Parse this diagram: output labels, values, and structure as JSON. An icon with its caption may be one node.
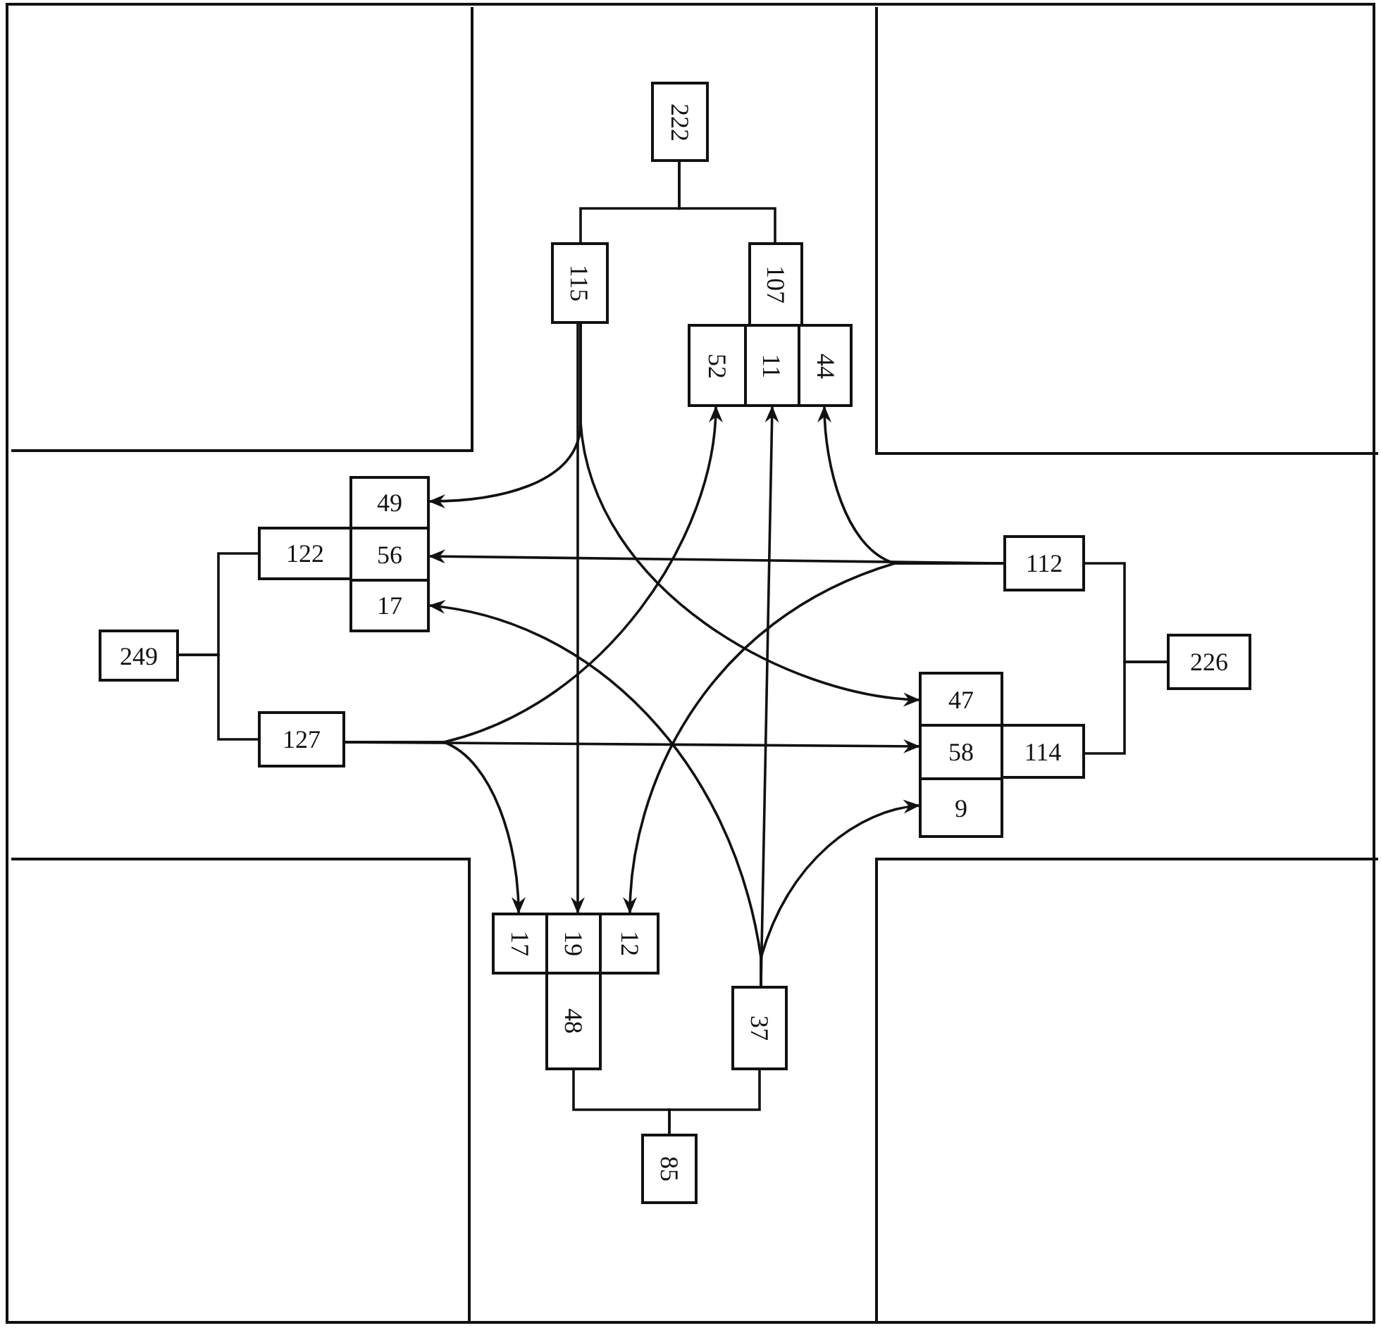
{
  "diagram": {
    "nodes": [
      {
        "text": [
          "222"
        ]
      },
      {
        "text": [
          "115"
        ]
      },
      {
        "text": [
          "107"
        ]
      },
      {
        "text": [
          "52"
        ]
      },
      {
        "text": [
          "11"
        ]
      },
      {
        "text": [
          "44"
        ]
      },
      {
        "text": [
          "49"
        ]
      },
      {
        "text": [
          "122"
        ]
      },
      {
        "text": [
          "56"
        ]
      },
      {
        "text": [
          "112"
        ]
      },
      {
        "text": [
          "17"
        ]
      },
      {
        "text": [
          "249"
        ]
      },
      {
        "text": [
          "226"
        ]
      },
      {
        "text": [
          "47"
        ]
      },
      {
        "text": [
          "127"
        ]
      },
      {
        "text": [
          "58"
        ]
      },
      {
        "text": [
          "114"
        ]
      },
      {
        "text": [
          "9"
        ]
      },
      {
        "text": [
          "17"
        ]
      },
      {
        "text": [
          "19"
        ]
      },
      {
        "text": [
          "12"
        ]
      },
      {
        "text": [
          "48"
        ]
      },
      {
        "text": [
          "37"
        ]
      },
      {
        "text": [
          "85"
        ]
      }
    ],
    "edges": [
      {
        "from": 0,
        "to": 1,
        "arrow": "none"
      },
      {
        "from": 0,
        "to": 2,
        "arrow": "none"
      },
      {
        "from": 11,
        "to": 7,
        "arrow": "none"
      },
      {
        "from": 11,
        "to": 14,
        "arrow": "none"
      },
      {
        "from": 12,
        "to": 9,
        "arrow": "none"
      },
      {
        "from": 12,
        "to": 16,
        "arrow": "none"
      },
      {
        "from": 23,
        "to": 21,
        "arrow": "none"
      },
      {
        "from": 23,
        "to": 22,
        "arrow": "none"
      },
      {
        "from": 1,
        "to": 6,
        "arrow": "to"
      },
      {
        "from": 1,
        "to": 19,
        "arrow": "to"
      },
      {
        "from": 1,
        "to": 13,
        "arrow": "to"
      },
      {
        "from": 14,
        "to": 15,
        "arrow": "to"
      },
      {
        "from": 14,
        "to": 3,
        "arrow": "to"
      },
      {
        "from": 14,
        "to": 18,
        "arrow": "to"
      },
      {
        "from": 9,
        "to": 8,
        "arrow": "to"
      },
      {
        "from": 9,
        "to": 5,
        "arrow": "to"
      },
      {
        "from": 9,
        "to": 20,
        "arrow": "to"
      },
      {
        "from": 22,
        "to": 4,
        "arrow": "to"
      },
      {
        "from": 22,
        "to": 17,
        "arrow": "to"
      },
      {
        "from": 22,
        "to": 10,
        "arrow": "to"
      }
    ]
  }
}
